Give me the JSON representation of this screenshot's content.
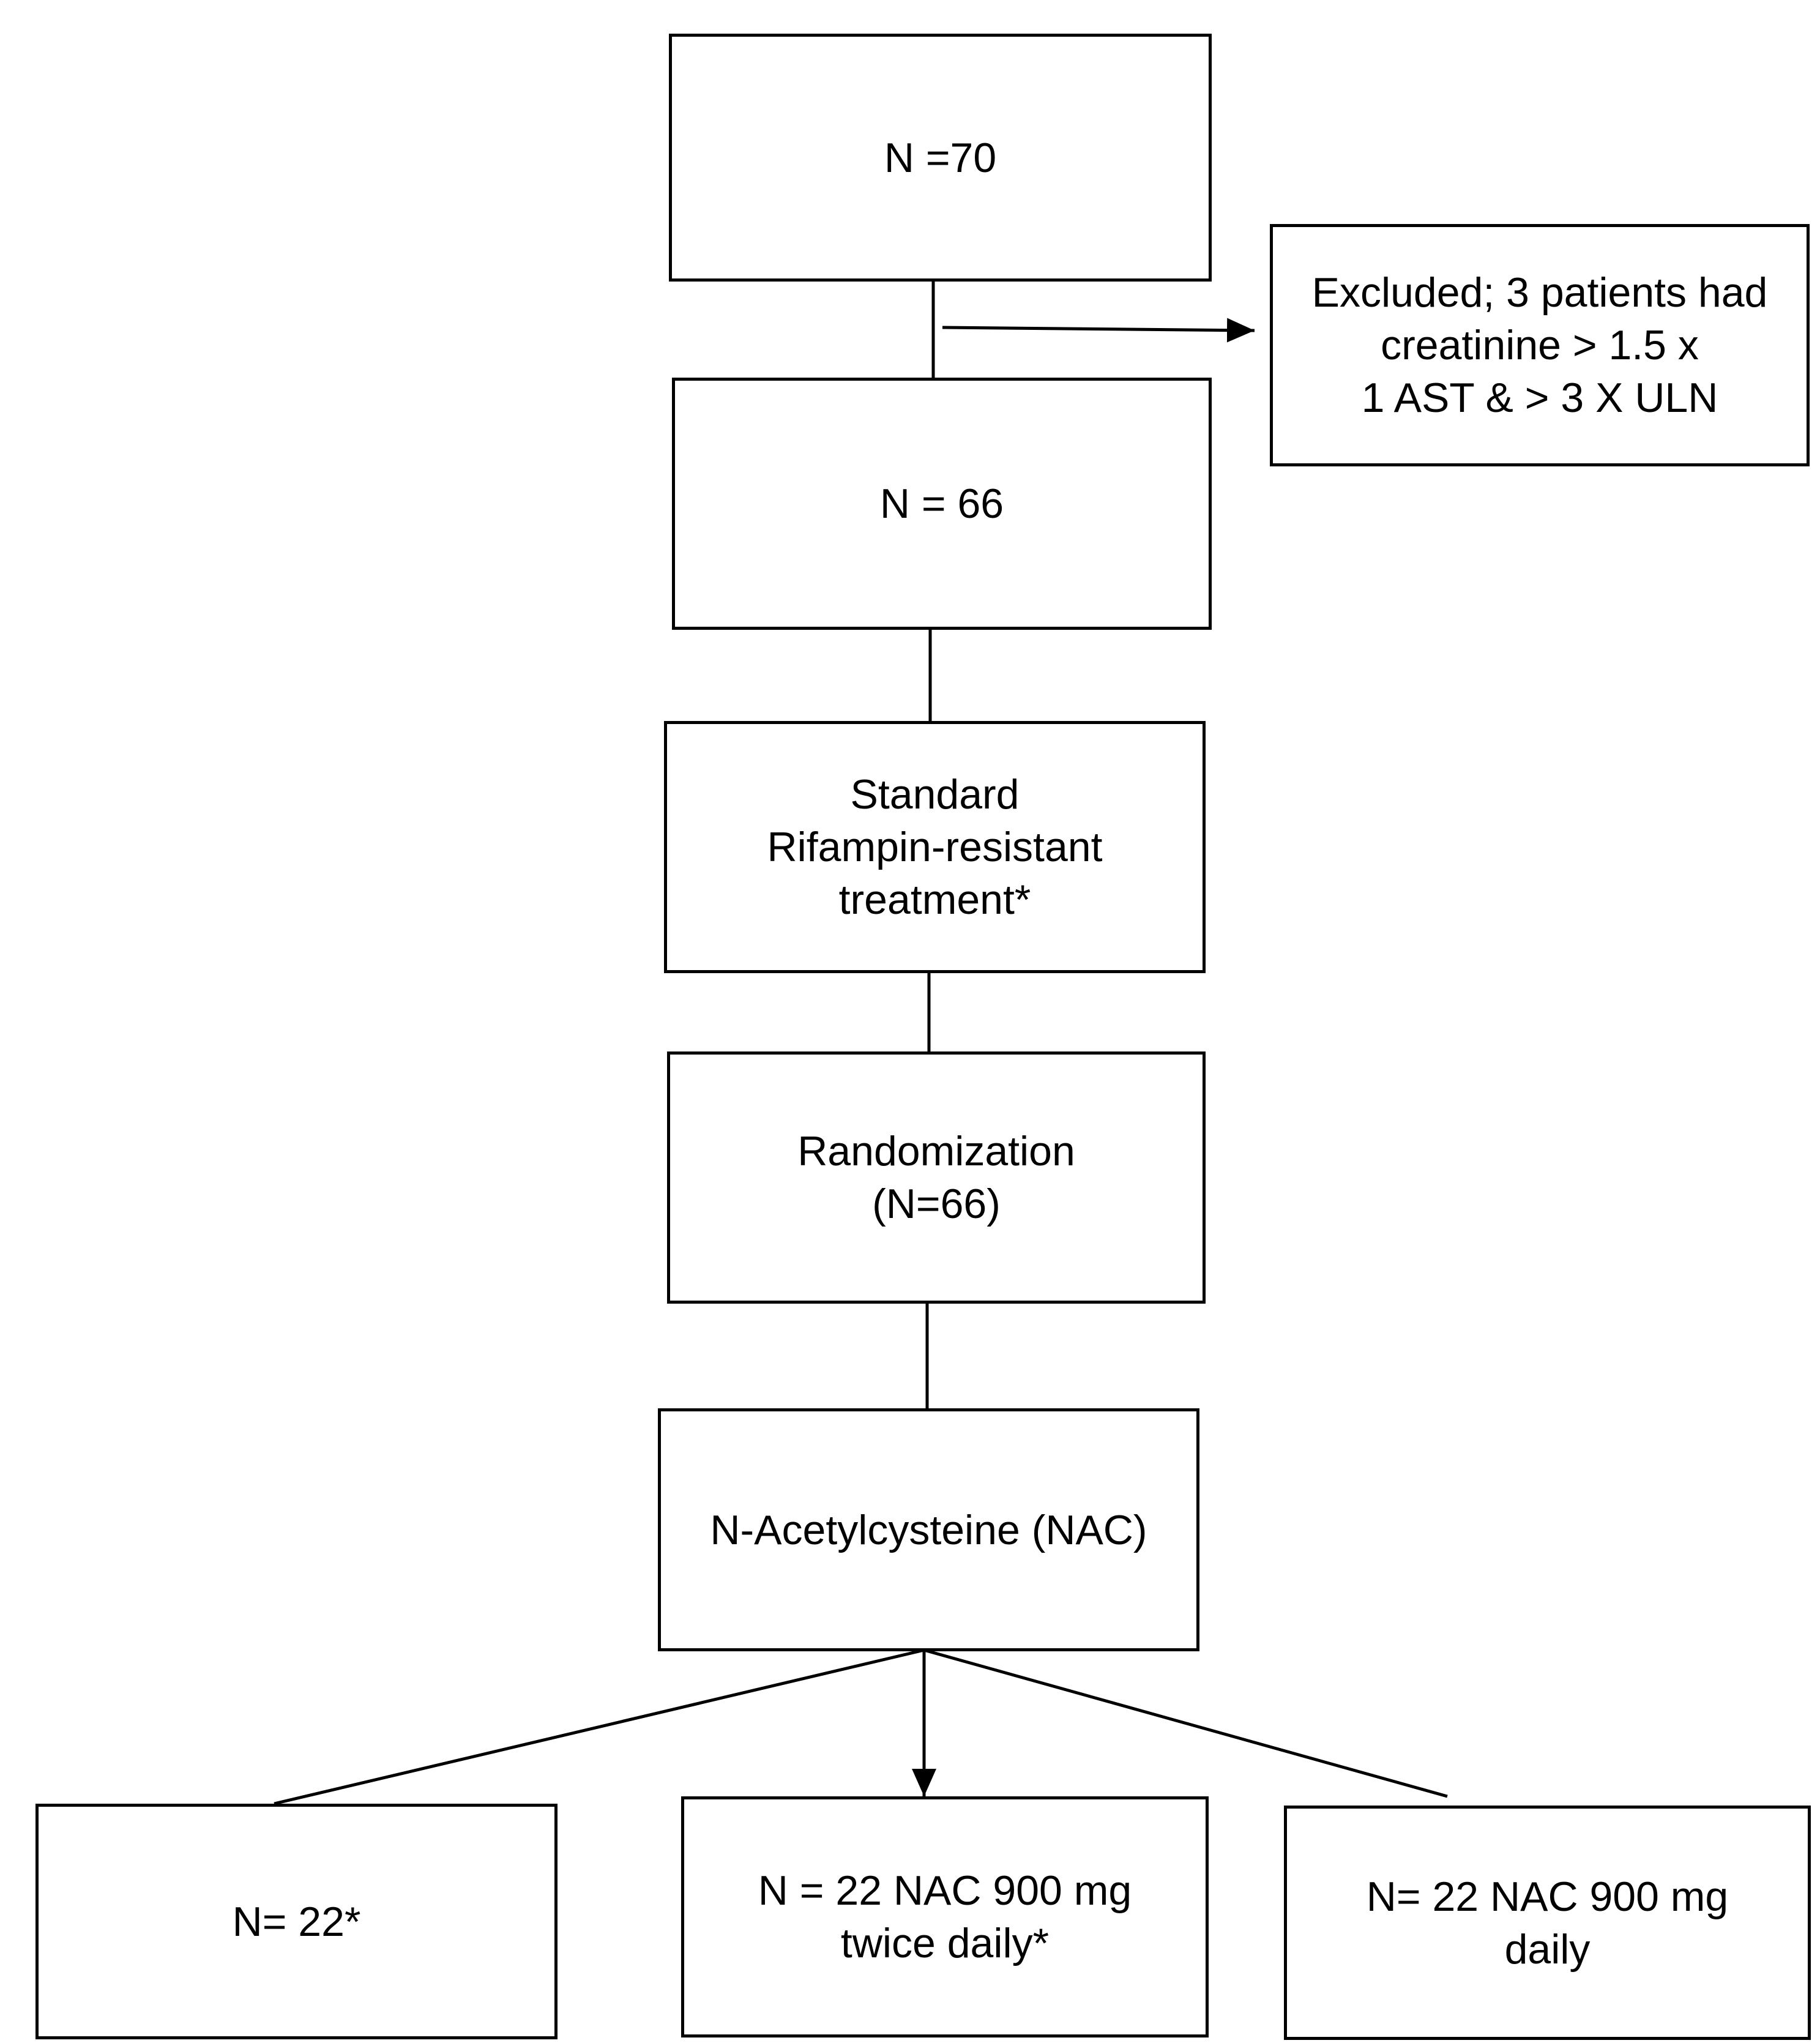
{
  "boxes": {
    "n70": {
      "lines": [
        "N =70"
      ]
    },
    "excluded": {
      "lines": [
        "Excluded; 3 patients had",
        "creatinine > 1.5 x",
        "1 AST & > 3 X ULN"
      ]
    },
    "n66": {
      "lines": [
        "N = 66"
      ]
    },
    "standard": {
      "lines": [
        "Standard",
        "Rifampin-resistant",
        "treatment*"
      ]
    },
    "randomization": {
      "lines": [
        "Randomization",
        "(N=66)"
      ]
    },
    "nac": {
      "lines": [
        "N-Acetylcysteine (NAC)"
      ]
    },
    "arm1": {
      "lines": [
        "N= 22*"
      ]
    },
    "arm2": {
      "lines": [
        "N = 22 NAC 900 mg",
        "twice daily*"
      ]
    },
    "arm3": {
      "lines": [
        "N= 22 NAC 900 mg",
        "daily"
      ]
    }
  }
}
